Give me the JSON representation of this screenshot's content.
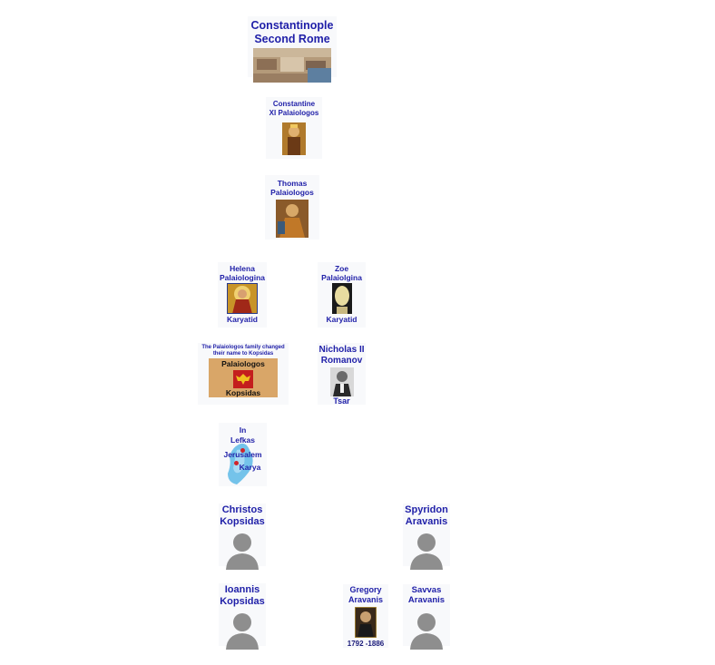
{
  "nodes": {
    "constantinople": {
      "line1": "Constantinople",
      "line2": "Second Rome"
    },
    "constantine": {
      "line1": "Constantine",
      "line2": "XI Palaiologos"
    },
    "thomas": {
      "line1": "Thomas",
      "line2": "Palaiologos"
    },
    "helena": {
      "line1": "Helena",
      "line2": "Palaiologina",
      "caption": "Karyatid"
    },
    "zoe": {
      "line1": "Zoe",
      "line2": "Palaiolgina",
      "caption": "Karyatid"
    },
    "palaiologos_family": {
      "line1": "The Palaiologos family changed",
      "line2": "their name to Kopsidas",
      "banner_top": "Palaiologos",
      "banner_bottom": "Kopsidas"
    },
    "nicholas": {
      "line1": "Nicholas II",
      "line2": "Romanov",
      "caption": "Tsar"
    },
    "lefkas": {
      "line1": "In",
      "line2": "Lefkas",
      "place1": "Jerusalem",
      "place2": "Karya"
    },
    "christos": {
      "line1": "Christos",
      "line2": "Kopsidas"
    },
    "spyridon": {
      "line1": "Spyridon",
      "line2": "Aravanis"
    },
    "ioannis": {
      "line1": "Ioannis",
      "line2": "Kopsidas"
    },
    "gregory": {
      "line1": "Gregory",
      "line2": "Aravanis",
      "caption": "1792 -1886"
    },
    "savvas": {
      "line1": "Savvas",
      "line2": "Aravanis"
    }
  },
  "colors": {
    "text": "#1f1fa8",
    "card_bg": "#f8f9fb",
    "silhouette": "#8e8e8e"
  },
  "icons": [
    "person-silhouette-icon",
    "double-headed-eagle-icon",
    "map-marker-icon"
  ]
}
